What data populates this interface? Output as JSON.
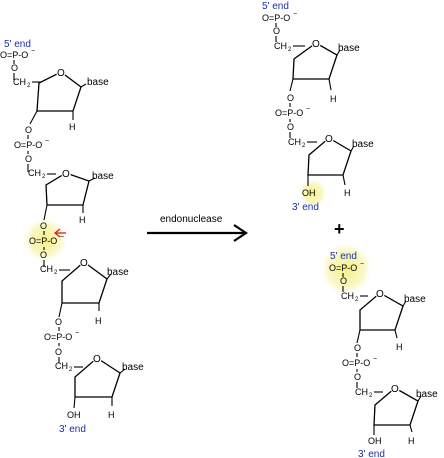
{
  "labels": {
    "five_prime_end": "5' end",
    "three_prime_end": "3' end",
    "phosphate_group": "O=P-O",
    "phosphate_charge": "−",
    "ring_oxygen": "O",
    "ring_ch2": "CH",
    "ring_ch2_subscript": "2",
    "base": "base",
    "hydrogen": "H",
    "hydroxyl": "OH",
    "linkage_oxygen": "O"
  },
  "reaction": {
    "enzyme_label": "endonuclease",
    "plus_sign": "+"
  },
  "colors": {
    "end_label": "#1a2ea8",
    "highlight": "#f7f2a0",
    "cleavage_arrow": "#d42020",
    "line": "#000000"
  }
}
